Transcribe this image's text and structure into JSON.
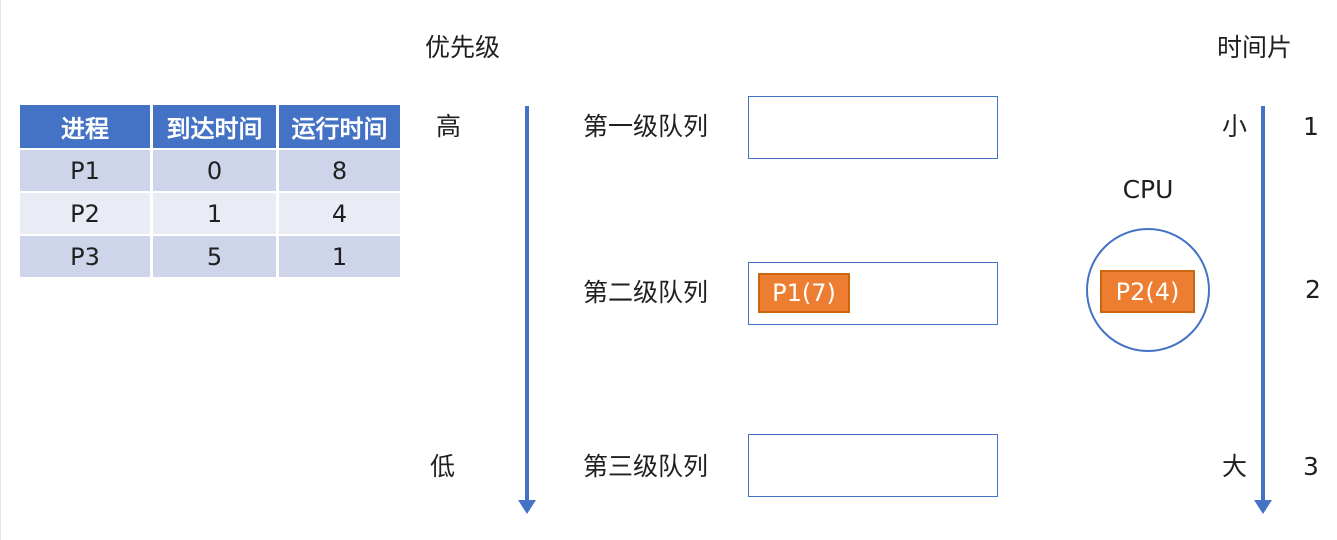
{
  "process_table": {
    "headers": [
      "进程",
      "到达时间",
      "运行时间"
    ],
    "rows": [
      [
        "P1",
        "0",
        "8"
      ],
      [
        "P2",
        "1",
        "4"
      ],
      [
        "P3",
        "5",
        "1"
      ]
    ]
  },
  "priority_axis": {
    "title": "优先级",
    "high_label": "高",
    "low_label": "低"
  },
  "queues": [
    {
      "label": "第一级队列",
      "items": []
    },
    {
      "label": "第二级队列",
      "items": [
        "P1(7)"
      ]
    },
    {
      "label": "第三级队列",
      "items": []
    }
  ],
  "cpu": {
    "label": "CPU",
    "running_process": "P2(4)"
  },
  "time_slice_axis": {
    "title": "时间片",
    "small_label": "小",
    "large_label": "大",
    "values": [
      "1",
      "2",
      "3"
    ]
  },
  "colors": {
    "table_header": "#4472C4",
    "table_row_dark": "#CED4E9",
    "table_row_light": "#E9EBF5",
    "axis_arrow": "#4472C4",
    "shape_border": "#4472C4",
    "process_fill": "#ED7D31",
    "process_border": "#C9660E",
    "process_text": "#FFFFFF"
  }
}
